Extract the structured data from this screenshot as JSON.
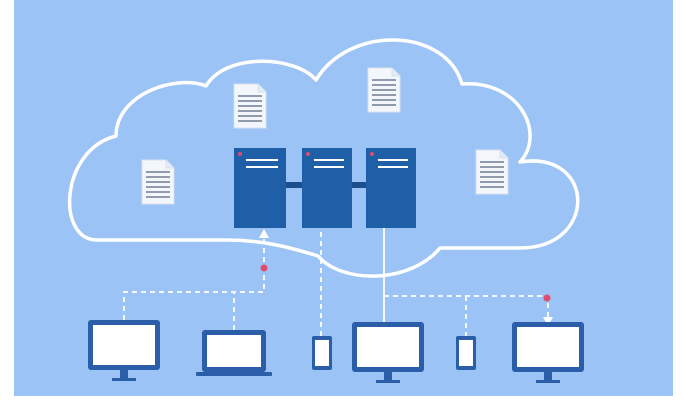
{
  "diagram": {
    "type": "cloud-computing-illustration",
    "colors": {
      "background": "#9bc3f6",
      "cloud_stroke": "#ffffff",
      "server_fill": "#1f5fa8",
      "server_line": "#ffffff",
      "server_led": "#e24b6e",
      "connector": "#ffffff",
      "connector_dot": "#e24b6e",
      "device_body": "#2a5ea8",
      "device_screen": "#ffffff",
      "document_fill": "#f3f6fb",
      "document_line": "#6f7f93"
    },
    "icons": [
      "cloud-outline-icon",
      "server-rack-icon",
      "document-icon",
      "monitor-icon",
      "laptop-icon",
      "smartphone-icon"
    ],
    "nodes": {
      "servers": [
        "server-1",
        "server-2",
        "server-3"
      ],
      "documents": [
        "document-1",
        "document-2",
        "document-3",
        "document-4"
      ],
      "devices": [
        {
          "id": "desktop-1",
          "kind": "monitor"
        },
        {
          "id": "laptop-1",
          "kind": "laptop"
        },
        {
          "id": "phone-1",
          "kind": "smartphone"
        },
        {
          "id": "desktop-2",
          "kind": "monitor"
        },
        {
          "id": "phone-2",
          "kind": "smartphone"
        },
        {
          "id": "desktop-3",
          "kind": "monitor"
        }
      ]
    },
    "edges": [
      {
        "from": "desktop-1",
        "to": "server-1",
        "style": "dashed",
        "arrow": "up"
      },
      {
        "from": "laptop-1",
        "to": "server-1",
        "style": "dashed"
      },
      {
        "from": "phone-1",
        "to": "server-2",
        "style": "dashed"
      },
      {
        "from": "desktop-2",
        "to": "server-3",
        "style": "solid"
      },
      {
        "from": "server-3",
        "to": "phone-2",
        "style": "dashed"
      },
      {
        "from": "server-3",
        "to": "desktop-3",
        "style": "dashed",
        "arrow": "down"
      }
    ]
  }
}
